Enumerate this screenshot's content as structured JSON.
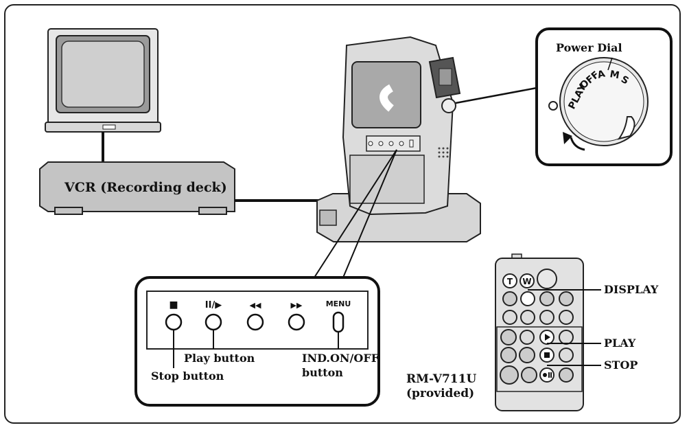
{
  "vcr_label": "VCR (Recording deck)",
  "power_dial": {
    "title": "Power Dial",
    "positions": [
      "PLAY",
      "OFF",
      "A",
      "M",
      "S"
    ]
  },
  "camera_panel": {
    "glyphs": [
      "■",
      "II/▶",
      "◀◀",
      "▶▶",
      "MENU"
    ],
    "labels": {
      "play_button": "Play button",
      "stop_button": "Stop button",
      "ind_line1": "IND.ON/OFF",
      "ind_line2": "button"
    }
  },
  "remote": {
    "model": "RM-V711U",
    "note": "(provided)",
    "top_keys": [
      "T",
      "W"
    ],
    "callouts": [
      "DISPLAY",
      "PLAY",
      "STOP"
    ]
  }
}
